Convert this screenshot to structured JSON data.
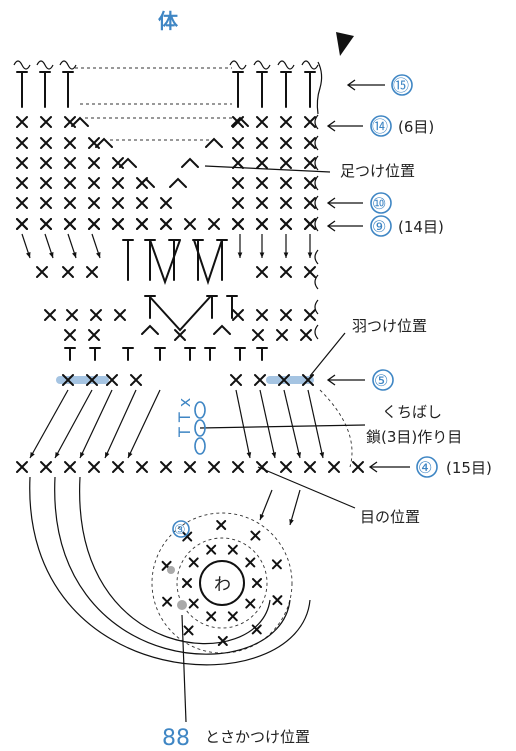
{
  "title": "体",
  "row_labels": {
    "r15": "⑮",
    "r14": "⑭",
    "r14_count": "(6目)",
    "r10": "⑩",
    "r9": "⑨",
    "r9_count": "(14目)",
    "r5": "⑤",
    "r4": "④",
    "r4_count": "(15目)",
    "r3": "③"
  },
  "annotations": {
    "leg_position": "足つけ位置",
    "wing_position": "羽つけ位置",
    "beak_line1": "くちばし",
    "beak_line2": "鎖(3目)作り目",
    "stitch_position": "目の位置",
    "comb_position": "とさかつけ位置"
  },
  "ring_label": "わ",
  "page_number": "88",
  "colors": {
    "accent": "#3f86c4",
    "highlight": "#8fb6dc"
  }
}
